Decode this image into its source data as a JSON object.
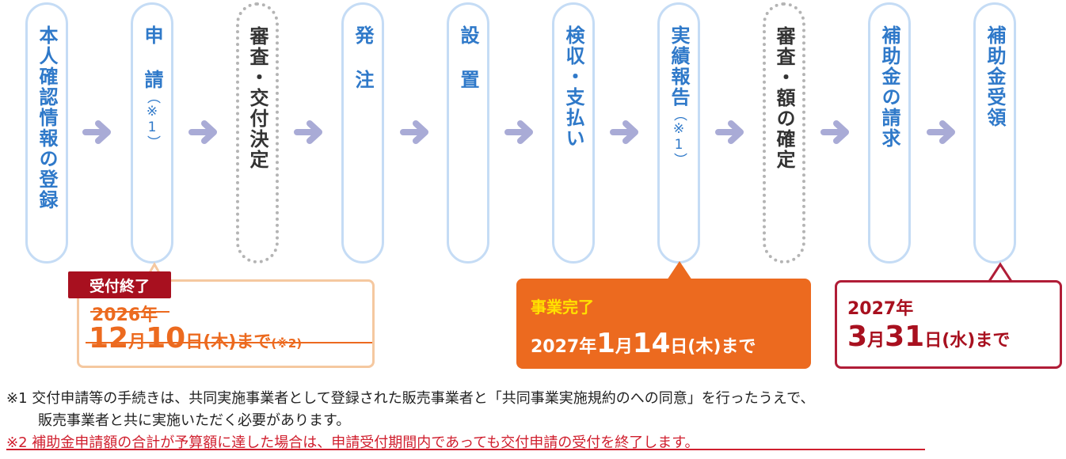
{
  "steps": [
    {
      "label": "本人確認情報の登録",
      "note": ""
    },
    {
      "label": "申 請",
      "note": "（※1）"
    },
    {
      "label": "審査・交付決定",
      "note": ""
    },
    {
      "label": "発 注",
      "note": ""
    },
    {
      "label": "設 置",
      "note": ""
    },
    {
      "label": "検収・支払い",
      "note": ""
    },
    {
      "label": "実績報告",
      "note": "（※1）"
    },
    {
      "label": "審査・額の確定",
      "note": ""
    },
    {
      "label": "補助金の請求",
      "note": ""
    },
    {
      "label": "補助金受領",
      "note": ""
    }
  ],
  "box1": {
    "badge": "受付終了",
    "year": "2026年",
    "date_month": "12",
    "date_month_unit": "月",
    "date_day": "10",
    "date_day_unit": "日",
    "weekday": "(木)",
    "suffix": "まで",
    "note": "(※2)"
  },
  "box2": {
    "title": "事業完了",
    "year": "2027年",
    "month": "1",
    "month_unit": "月",
    "day": "14",
    "day_unit": "日",
    "weekday": "(木)",
    "suffix": "まで"
  },
  "box3": {
    "year": "2027年",
    "month": "3",
    "month_unit": "月",
    "day": "31",
    "day_unit": "日",
    "weekday": "(水)",
    "suffix": "まで"
  },
  "footnotes": {
    "n1_line1": "※1 交付申請等の手続きは、共同実施事業者として登録された販売事業者と「共同事業実施規約のへの同意」を行ったうえで、",
    "n1_line2": "販売事業者と共に実施いただく必要があります。",
    "n2": "※2 補助金申請額の合計が予算額に達した場合は、申請受付期間内であっても交付申請の受付を終了します。"
  },
  "colors": {
    "step_border": "#c5dcf5",
    "step_text": "#2f79c9",
    "arrow": "#a9abd6",
    "orange": "#ec6a1f",
    "red": "#b01d37"
  }
}
